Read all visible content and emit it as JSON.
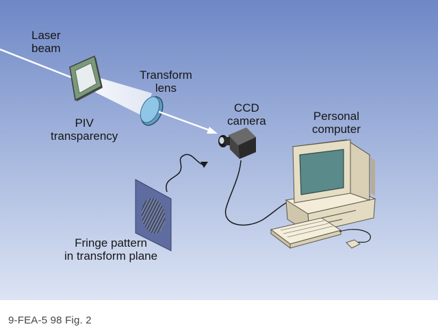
{
  "labels": {
    "laser_beam": [
      "Laser",
      "beam"
    ],
    "piv_transparency": [
      "PIV",
      "transparency"
    ],
    "transform_lens": [
      "Transform",
      "lens"
    ],
    "ccd_camera": [
      "CCD",
      "camera"
    ],
    "personal_computer": [
      "Personal",
      "computer"
    ],
    "fringe_pattern": [
      "Fringe pattern",
      "in transform plane"
    ]
  },
  "caption": "9-FEA-5 98 Fig. 2",
  "colors": {
    "panel_top": "#6e88c6",
    "panel_bottom": "#dce4f4",
    "frame_green": "#7a9a7a",
    "lens_blue": "#8fc6e8",
    "computer_beige": "#e8e0c8",
    "screen": "#5a8a8a"
  }
}
